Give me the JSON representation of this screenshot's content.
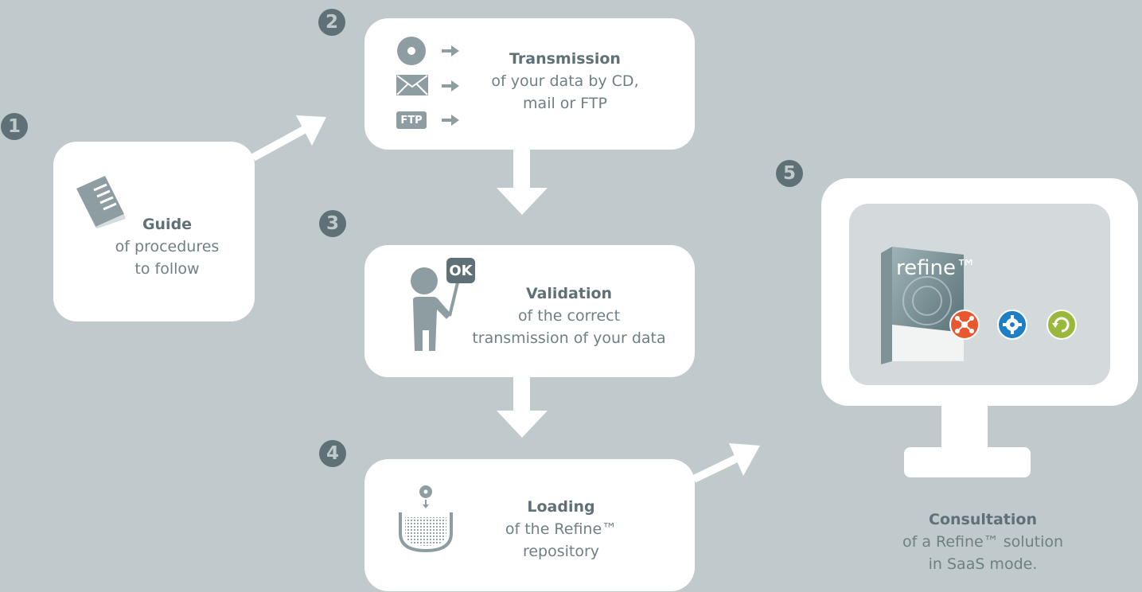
{
  "steps": [
    {
      "number": "1",
      "title": "Guide",
      "desc_lines": [
        "of procedures",
        "to follow"
      ]
    },
    {
      "number": "2",
      "title": "Transmission",
      "desc_lines": [
        "of your data by CD,",
        "mail or FTP"
      ]
    },
    {
      "number": "3",
      "title": "Validation",
      "desc_lines": [
        "of the correct",
        "transmission of your data"
      ]
    },
    {
      "number": "4",
      "title": "Loading",
      "desc_lines": [
        "of the Refine™",
        "repository"
      ]
    },
    {
      "number": "5",
      "title": "Consultation",
      "desc_lines": [
        "of a Refine™  solution",
        "in SaaS mode."
      ]
    }
  ],
  "transmission_icons": [
    "cd-icon",
    "mail-icon",
    "ftp-icon"
  ],
  "ftp_badge": "FTP",
  "ok_sign": "OK",
  "product": {
    "brand": "refine™"
  },
  "colors": {
    "background": "#c0c9cb",
    "panel": "#ffffff",
    "number_badge": "#5f7177",
    "text": "#6f8084",
    "icon_gray": "#8e9da1",
    "orange_module": "#e8582e",
    "blue_module": "#1f7fc4",
    "green_module": "#9ab83a"
  }
}
